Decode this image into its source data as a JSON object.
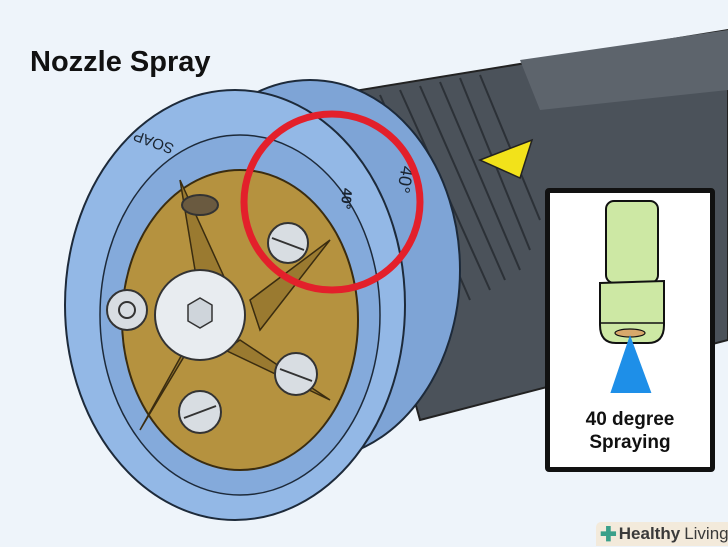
{
  "title": "Nozzle Spray",
  "nozzle_labels": {
    "soap": "SOAP",
    "angle_front": "40°",
    "angle_side": "40°"
  },
  "inset": {
    "line1": "40 degree",
    "line2": "Spraying"
  },
  "logo": {
    "bold": "Healthy",
    "light": "Living"
  },
  "colors": {
    "highlight_circle": "#e3202b",
    "spray": "#1e8fe8",
    "warning_triangle": "#f2e21a",
    "nozzle_body": "#8fb3e0",
    "brass": "#b5923f"
  }
}
